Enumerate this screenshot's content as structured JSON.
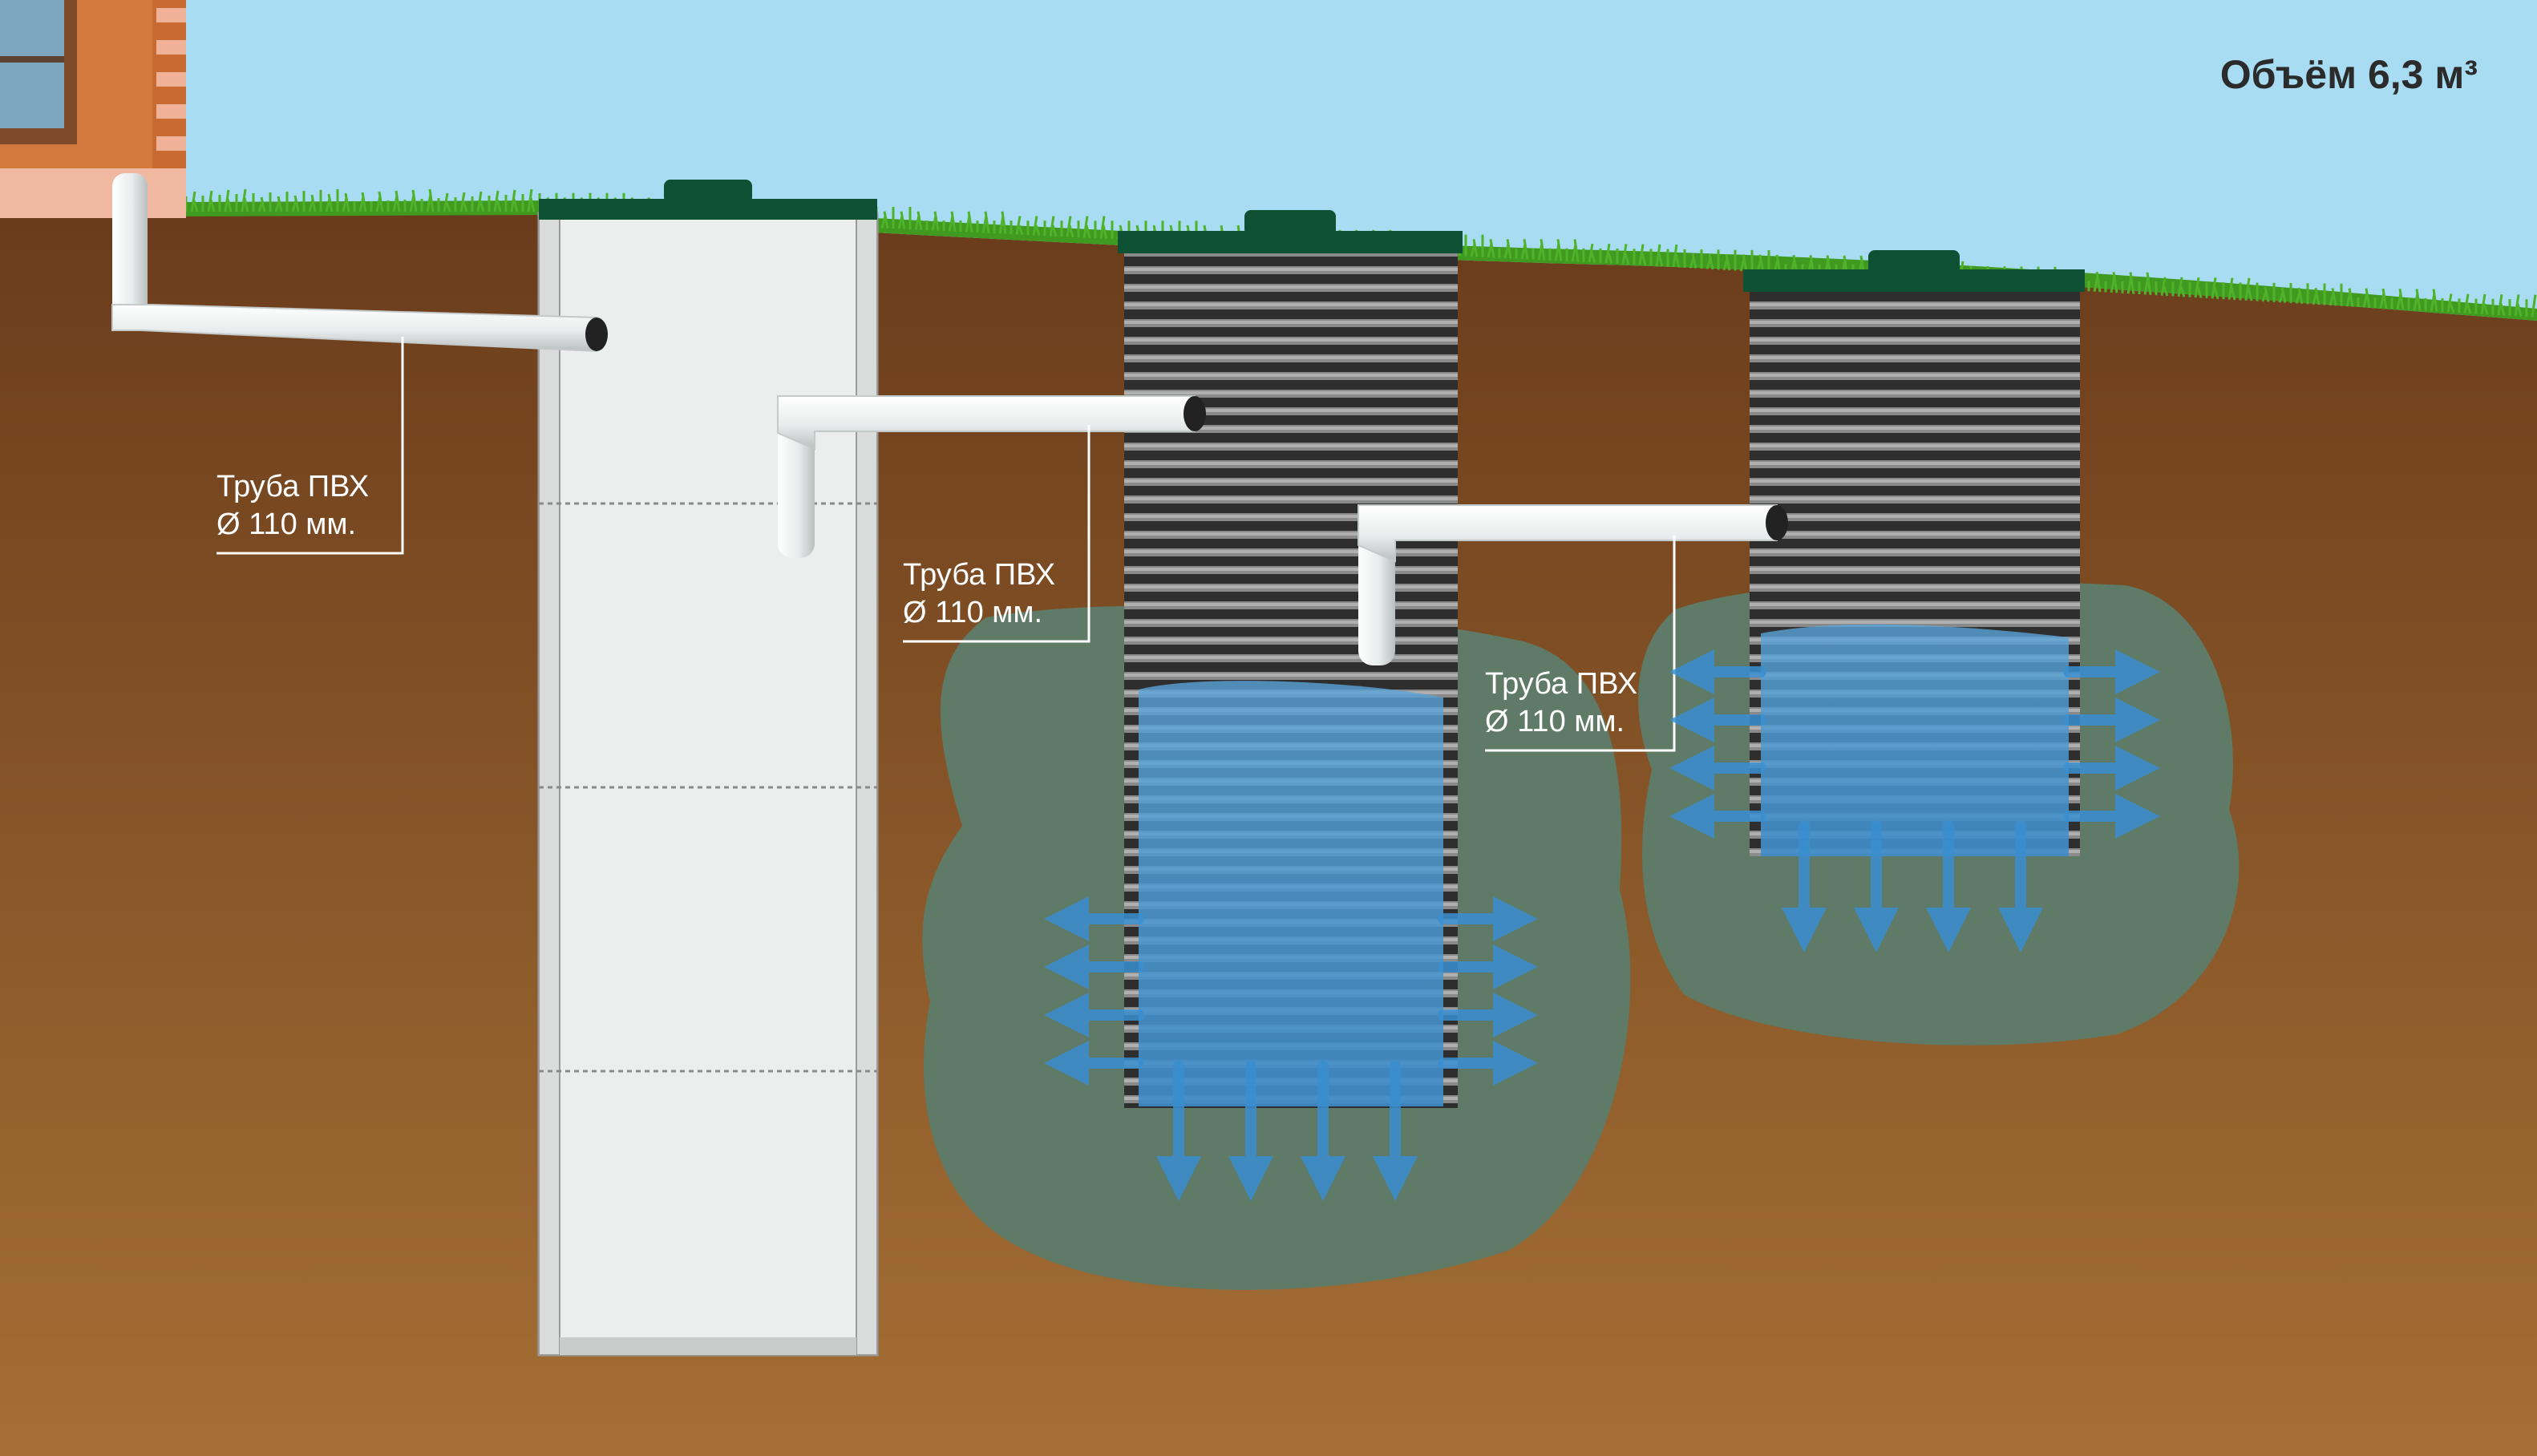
{
  "diagram": {
    "volume_label": "Объём 6,3 м³",
    "pipe_labels": [
      {
        "name": "Труба ПВХ",
        "size": "Ø 110 мм."
      },
      {
        "name": "Труба ПВХ",
        "size": "Ø 110 мм."
      },
      {
        "name": "Труба ПВХ",
        "size": "Ø 110 мм."
      }
    ]
  },
  "colors": {
    "sky": "#a8dcf2",
    "soil": "#6a3d1c",
    "grass": "#3f9a1f",
    "tank_lid": "#0f5134",
    "wet_zone": "#5f7a66",
    "water": "#4a95cf"
  }
}
